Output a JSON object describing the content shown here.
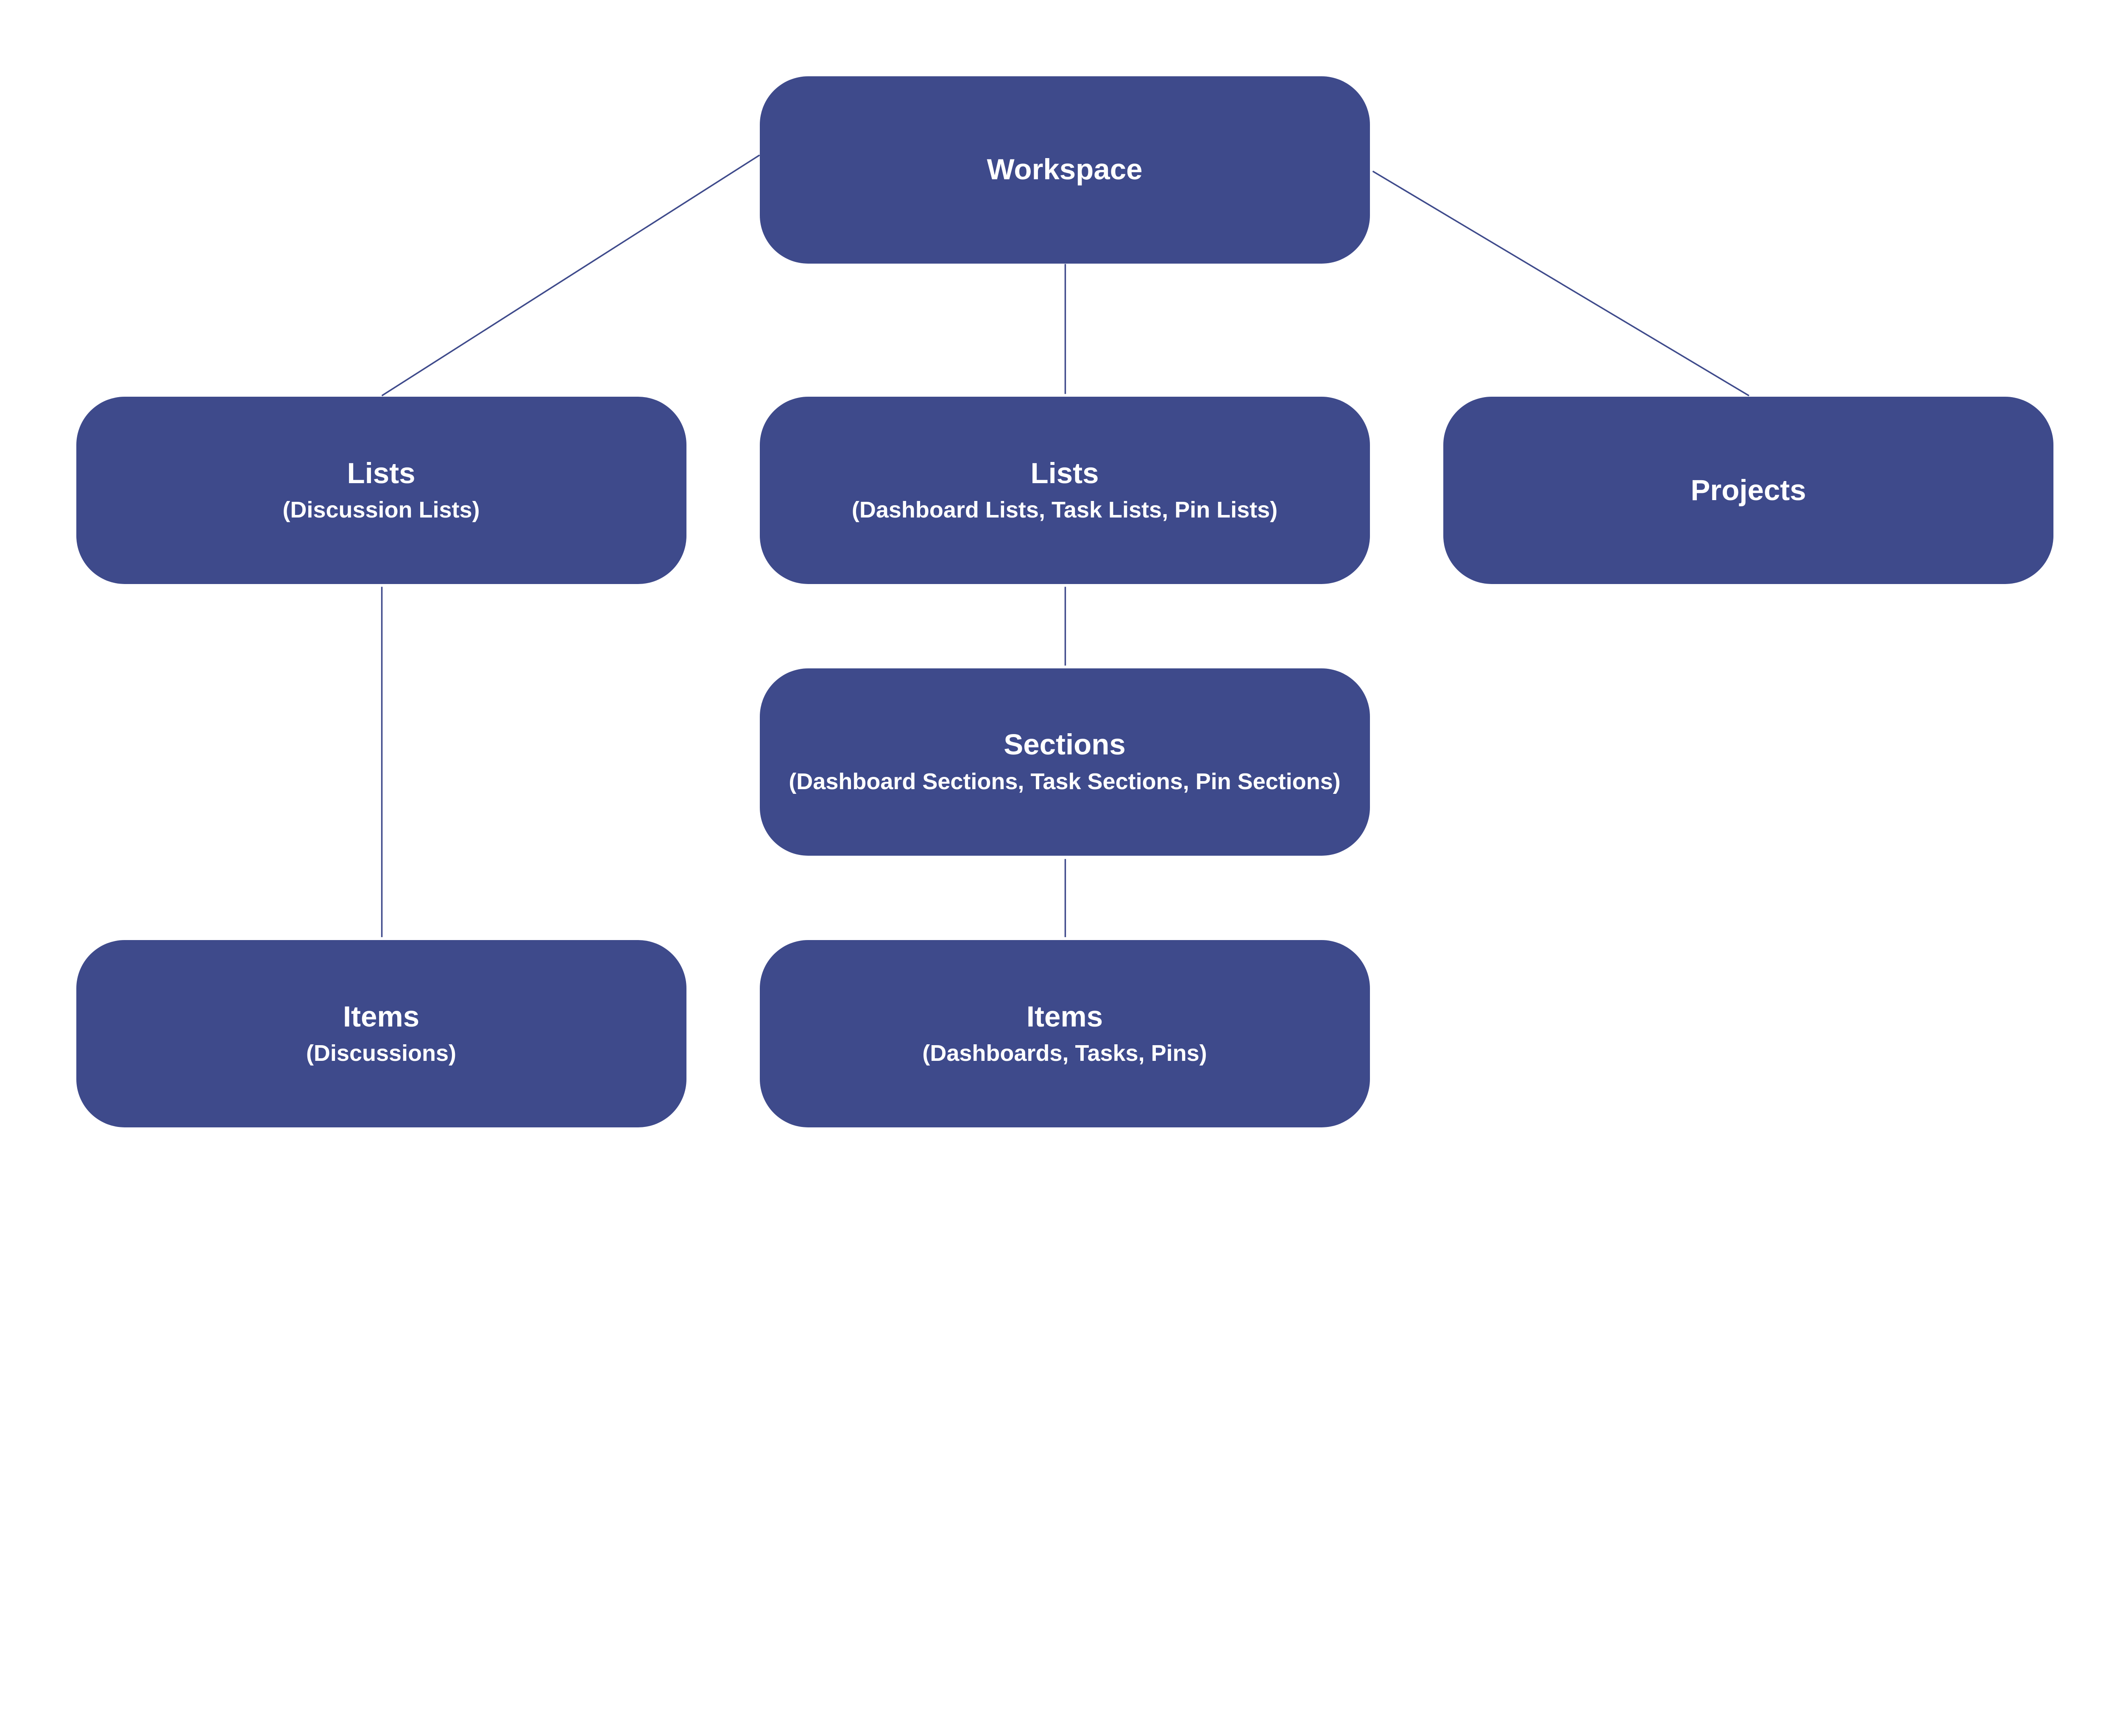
{
  "colors": {
    "node_fill": "#3E4A8B",
    "node_text": "#FFFFFF",
    "connector": "#3E4A8B"
  },
  "nodes": {
    "workspace": {
      "title": "Workspace"
    },
    "lists_discussion": {
      "title": "Lists",
      "subtitle": "(Discussion Lists)"
    },
    "lists_main": {
      "title": "Lists",
      "subtitle": "(Dashboard Lists, Task Lists, Pin Lists)"
    },
    "projects": {
      "title": "Projects"
    },
    "sections": {
      "title": "Sections",
      "subtitle": "(Dashboard Sections, Task Sections, Pin Sections)"
    },
    "items_discussion": {
      "title": "Items",
      "subtitle": "(Discussions)"
    },
    "items_main": {
      "title": "Items",
      "subtitle": "(Dashboards, Tasks, Pins)"
    }
  },
  "edges": [
    [
      "workspace",
      "lists_discussion"
    ],
    [
      "workspace",
      "lists_main"
    ],
    [
      "workspace",
      "projects"
    ],
    [
      "lists_discussion",
      "items_discussion"
    ],
    [
      "lists_main",
      "sections"
    ],
    [
      "sections",
      "items_main"
    ]
  ]
}
